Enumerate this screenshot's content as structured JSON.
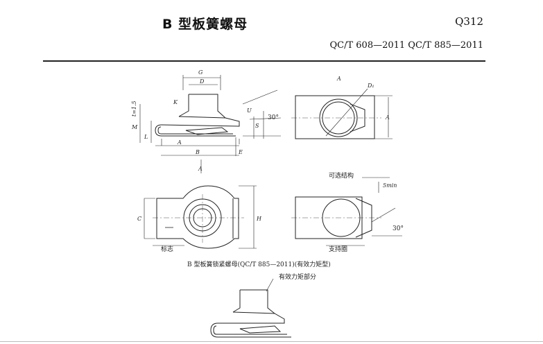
{
  "header": {
    "title": "B 型板簧螺母",
    "code": "Q312",
    "standards": "QC/T 608—2011   QC/T 885—2011"
  },
  "drawing": {
    "dims": {
      "G": "G",
      "D": "D",
      "D1": "D₁",
      "K": "K",
      "U": "U",
      "S": "S",
      "M": "M",
      "L": "L",
      "A": "A",
      "B": "B",
      "E": "E",
      "C": "C",
      "H": "H",
      "t": "t=1.5",
      "angle_top": "30°",
      "angle_bottom": "30°",
      "view_A": "A",
      "view_A2": "A",
      "view_A3": "A",
      "min5": "5min"
    },
    "captions": {
      "optional": "可选结构",
      "mark": "标志",
      "support": "支持圈",
      "figure": "B 型板簧锁紧螺母(QC/T 885—2011)(有效力矩型)",
      "torque": "有效力矩部分"
    }
  }
}
